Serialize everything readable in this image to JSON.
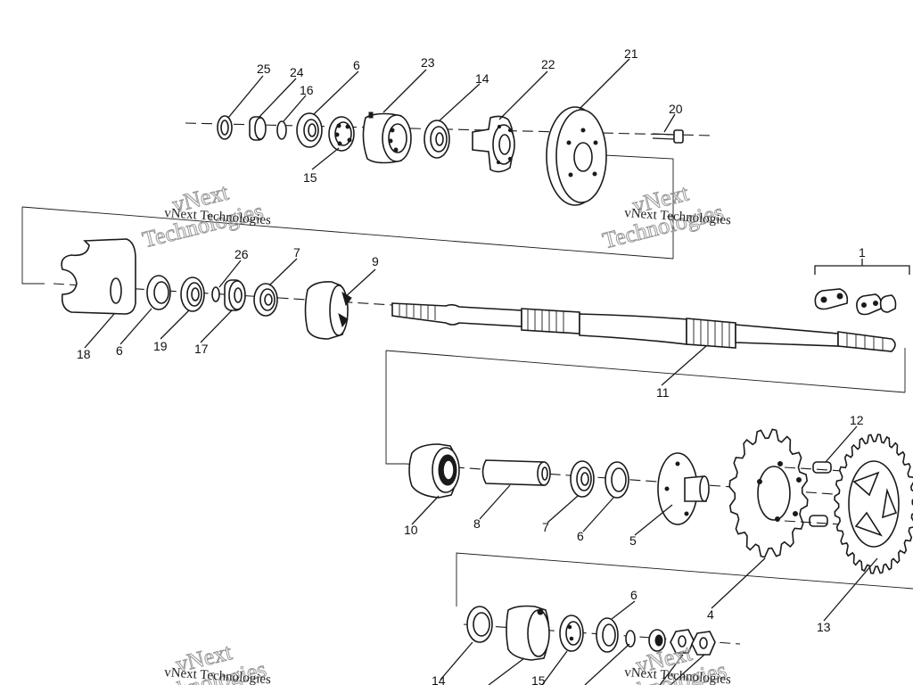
{
  "callouts": {
    "c25": "25",
    "c24": "24",
    "c16": "16",
    "c6a": "6",
    "c23": "23",
    "c14a": "14",
    "c22": "22",
    "c21": "21",
    "c20": "20",
    "c15": "15",
    "c26": "26",
    "c7a": "7",
    "c9": "9",
    "c1": "1",
    "c18": "18",
    "c6b": "6",
    "c19": "19",
    "c17": "17",
    "c11": "11",
    "c12": "12",
    "c10": "10",
    "c8": "8",
    "c7b": "7",
    "c6c": "6",
    "c5": "5",
    "c4": "4",
    "c13": "13",
    "c6d": "6",
    "c14b": "14",
    "c15b": "15"
  },
  "watermark": {
    "company_line": "vNext Technologies",
    "big_word_1": "vNext",
    "big_word_2": "Technologies"
  },
  "colors": {
    "ink": "#1a1a1a",
    "paper": "#ffffff",
    "watermark": "#9a9a9a"
  }
}
